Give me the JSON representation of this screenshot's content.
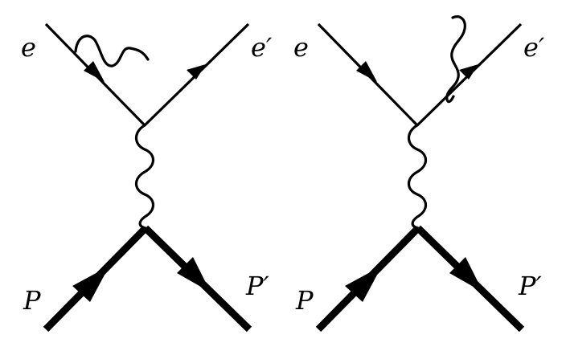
{
  "diagrams": [
    {
      "id": "left",
      "labels": {
        "incoming_electron": "e",
        "outgoing_electron": "e′",
        "incoming_proton": "P",
        "outgoing_proton": "P′"
      },
      "radiation_from": "incoming-electron"
    },
    {
      "id": "right",
      "labels": {
        "incoming_electron": "e",
        "outgoing_electron": "e′",
        "incoming_proton": "P",
        "outgoing_proton": "P′"
      },
      "radiation_from": "outgoing-electron"
    }
  ],
  "colors": {
    "line": "#000000",
    "background": "#ffffff"
  }
}
